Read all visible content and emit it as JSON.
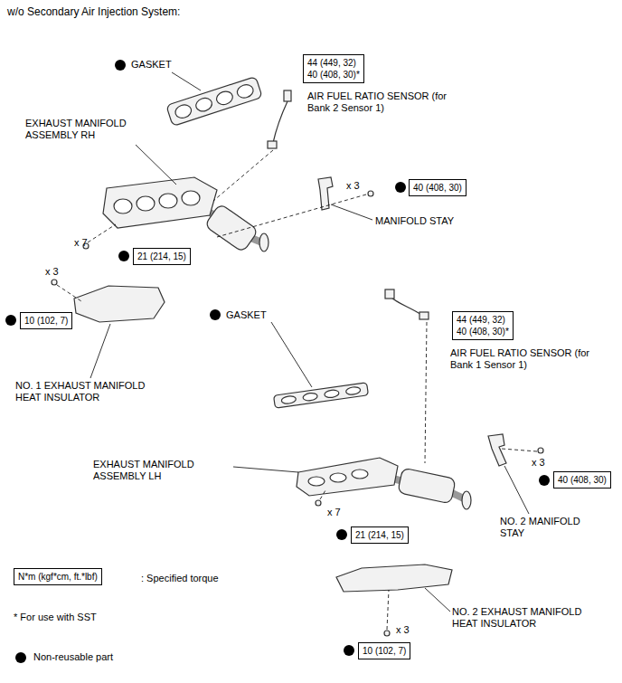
{
  "diagram": {
    "title": "w/o Secondary Air Injection System:",
    "nodes": [
      {
        "text": [
          "44 (449, 32)",
          "40 (408, 30)*"
        ]
      },
      {
        "text": [
          "40 (408, 30)"
        ]
      },
      {
        "text": [
          "21 (214, 15)"
        ]
      },
      {
        "text": [
          "10 (102, 7)"
        ]
      },
      {
        "text": [
          "44 (449, 32)",
          "40 (408, 30)*"
        ]
      },
      {
        "text": [
          "40 (408, 30)"
        ]
      },
      {
        "text": [
          "21 (214, 15)"
        ]
      },
      {
        "text": [
          "N*m (kgf*cm, ft.*lbf)"
        ]
      },
      {
        "text": [
          "10 (102, 7)"
        ]
      }
    ],
    "labels": [
      "GASKET",
      "AIR FUEL RATIO SENSOR (for Bank 2 Sensor 1)",
      "EXHAUST MANIFOLD ASSEMBLY RH",
      "MANIFOLD STAY",
      "x 3",
      "x 7",
      "x 3",
      "NO. 1 EXHAUST MANIFOLD HEAT INSULATOR",
      "GASKET",
      "AIR FUEL RATIO SENSOR (for Bank 1 Sensor 1)",
      "EXHAUST MANIFOLD ASSEMBLY LH",
      "x 7",
      "x 3",
      "NO. 2 MANIFOLD STAY",
      "NO. 2 EXHAUST MANIFOLD HEAT INSULATOR",
      "x 3",
      ": Specified torque",
      "* For use with SST"
    ],
    "legend": [
      {
        "text": "Non-reusable part"
      }
    ]
  }
}
